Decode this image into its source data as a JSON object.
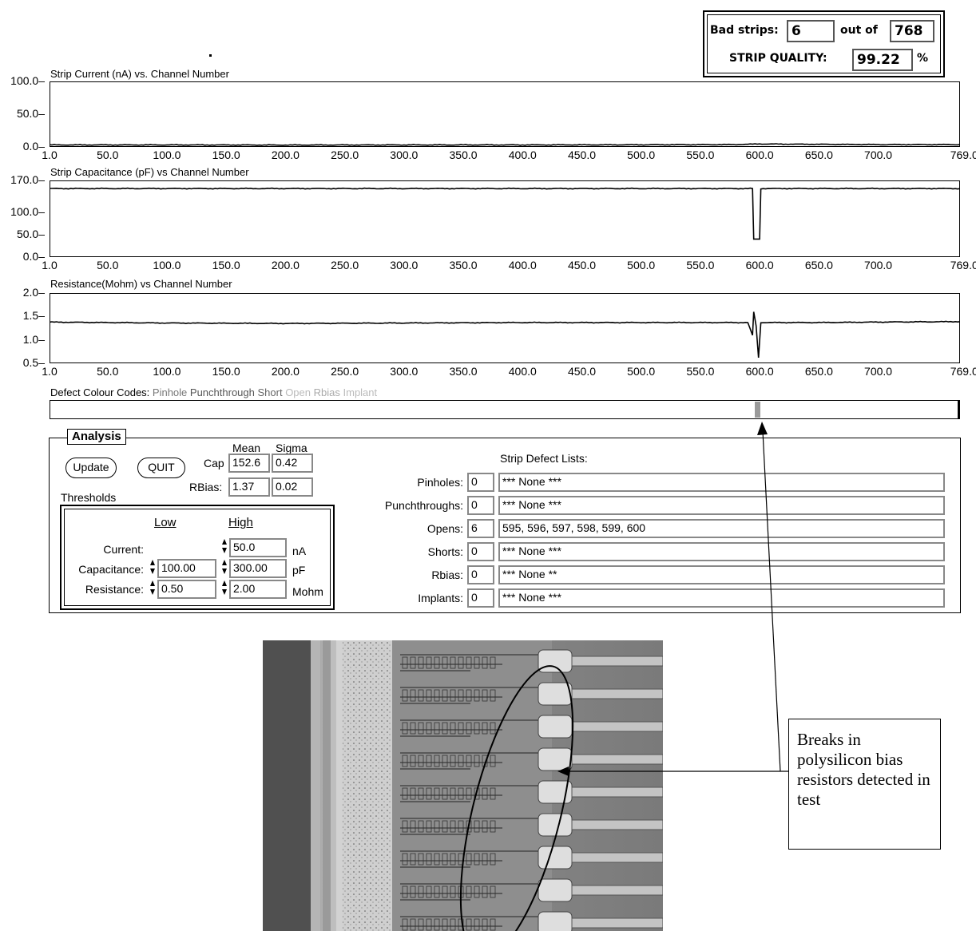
{
  "quality": {
    "bad_strips_label": "Bad strips:",
    "bad_strips_value": "6",
    "out_of_label": "out of",
    "total_value": "768",
    "strip_quality_label": "STRIP QUALITY:",
    "strip_quality_value": "99.22",
    "percent_label": "%"
  },
  "chart_data": [
    {
      "type": "line",
      "title": "Strip Current (nA) vs. Channel Number",
      "y_ticks": [
        "100.0",
        "50.0",
        "0.0"
      ],
      "ylim": [
        0,
        100
      ],
      "x_ticks": [
        "1.0",
        "50.0",
        "100.0",
        "150.0",
        "200.0",
        "250.0",
        "300.0",
        "350.0",
        "400.0",
        "450.0",
        "500.0",
        "550.0",
        "600.0",
        "650.0",
        "700.0",
        "769.0"
      ],
      "xlim": [
        1,
        769
      ],
      "series": [
        {
          "points": [
            [
              1,
              3
            ],
            [
              100,
              3
            ],
            [
              200,
              2.8
            ],
            [
              300,
              3
            ],
            [
              400,
              3
            ],
            [
              500,
              3.2
            ],
            [
              580,
              3.5
            ],
            [
              600,
              4.5
            ],
            [
              650,
              4
            ],
            [
              700,
              3.5
            ],
            [
              769,
              3.5
            ]
          ]
        }
      ]
    },
    {
      "type": "line",
      "title": "Strip Capacitance (pF) vs Channel Number",
      "y_ticks": [
        "170.0",
        "100.0",
        "50.0",
        "0.0"
      ],
      "ylim": [
        0,
        170
      ],
      "x_ticks": [
        "1.0",
        "50.0",
        "100.0",
        "150.0",
        "200.0",
        "250.0",
        "300.0",
        "350.0",
        "400.0",
        "450.0",
        "500.0",
        "550.0",
        "600.0",
        "650.0",
        "700.0",
        "769.0"
      ],
      "xlim": [
        1,
        769
      ],
      "series": [
        {
          "points": [
            [
              1,
              152
            ],
            [
              594,
              152
            ],
            [
              595,
              40
            ],
            [
              600,
              40
            ],
            [
              601,
              152
            ],
            [
              769,
              152
            ]
          ]
        }
      ]
    },
    {
      "type": "line",
      "title": "Resistance(Mohm) vs Channel Number",
      "y_ticks": [
        "2.0",
        "1.5",
        "1.0",
        "0.5"
      ],
      "ylim": [
        0.5,
        2.0
      ],
      "x_ticks": [
        "1.0",
        "50.0",
        "100.0",
        "150.0",
        "200.0",
        "250.0",
        "300.0",
        "350.0",
        "400.0",
        "450.0",
        "500.0",
        "550.0",
        "600.0",
        "650.0",
        "700.0",
        "769.0"
      ],
      "xlim": [
        1,
        769
      ],
      "series": [
        {
          "points": [
            [
              1,
              1.38
            ],
            [
              100,
              1.36
            ],
            [
              200,
              1.35
            ],
            [
              300,
              1.36
            ],
            [
              400,
              1.37
            ],
            [
              500,
              1.37
            ],
            [
              590,
              1.37
            ],
            [
              594,
              1.1
            ],
            [
              595,
              1.6
            ],
            [
              597,
              1.3
            ],
            [
              599,
              0.62
            ],
            [
              601,
              1.37
            ],
            [
              650,
              1.37
            ],
            [
              700,
              1.38
            ],
            [
              769,
              1.39
            ]
          ]
        }
      ]
    }
  ],
  "defects": {
    "label": "Defect Colour Codes:",
    "codes": [
      "Pinhole",
      "Punchthrough",
      "Short",
      "Open",
      "Rbias",
      "Implant"
    ],
    "highlight_start": 595,
    "highlight_end": 600
  },
  "analysis": {
    "title": "Analysis",
    "update_label": "Update",
    "quit_label": "QUIT",
    "mean_label": "Mean",
    "sigma_label": "Sigma",
    "cap_label": "Cap",
    "cap_mean": "152.6",
    "cap_sigma": "0.42",
    "rbias_label": "RBias:",
    "rbias_mean": "1.37",
    "rbias_sigma": "0.02",
    "thresholds_label": "Thresholds",
    "low_label": "Low",
    "high_label": "High",
    "rows": [
      {
        "label": "Current:",
        "low": "",
        "high": "50.0",
        "unit": "nA"
      },
      {
        "label": "Capacitance:",
        "low": "100.00",
        "high": "300.00",
        "unit": "pF"
      },
      {
        "label": "Resistance:",
        "low": "0.50",
        "high": "2.00",
        "unit": "Mohm"
      }
    ],
    "defect_lists_label": "Strip Defect Lists:",
    "defect_rows": [
      {
        "label": "Pinholes:",
        "count": "0",
        "list": "*** None ***"
      },
      {
        "label": "Punchthroughs:",
        "count": "0",
        "list": "*** None ***"
      },
      {
        "label": "Opens:",
        "count": "6",
        "list": "595, 596, 597, 598, 599, 600"
      },
      {
        "label": "Shorts:",
        "count": "0",
        "list": "*** None ***"
      },
      {
        "label": "Rbias:",
        "count": "0",
        "list": "*** None **"
      },
      {
        "label": "Implants:",
        "count": "0",
        "list": "*** None ***"
      }
    ]
  },
  "callout_text": "Breaks in polysilicon bias resistors detected in test"
}
